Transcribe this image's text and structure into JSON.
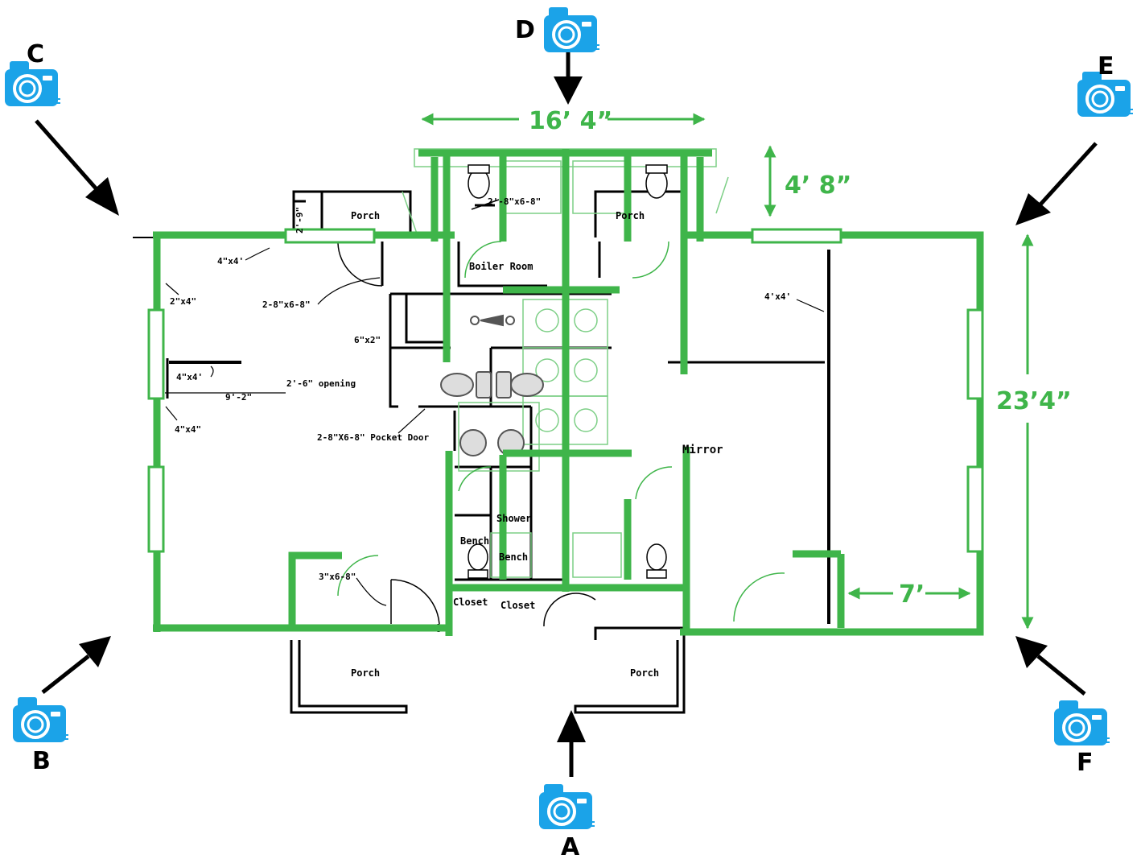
{
  "cameras": {
    "a": "A",
    "b": "B",
    "c": "C",
    "d": "D",
    "e": "E",
    "f": "F"
  },
  "dimensions": {
    "top_width": "16’ 4”",
    "top_depth": "4’ 8”",
    "right_height": "23’4”",
    "right_width": "7’"
  },
  "rooms": {
    "porch_top_left": "Porch",
    "porch_top_right": "Porch",
    "boiler_room": "Boiler Room",
    "mirror": "Mirror",
    "shower": "Shower",
    "bench_left": "Bench",
    "bench_right": "Bench",
    "closet_left": "Closet",
    "closet_right": "Closet",
    "porch_bottom_left": "Porch",
    "porch_bottom_right": "Porch"
  },
  "annotations": {
    "win_top_left": "4\"x4'",
    "win_left_upper": "2\"x4\"",
    "door_left": "2-8\"x6-8\"",
    "opening_6x2": "6\"x2\"",
    "win_mid_left": "4\"x4'",
    "opening": "2'-6\" opening",
    "dim_9_2": "9'-2\"",
    "win_left_lower": "4\"x4\"",
    "pocket_door": "2-8\"X6-8\" Pocket Door",
    "door_3x6": "3\"x6-8\"",
    "win_right": "4'x4'",
    "dim_2_9": "2'-9\"",
    "door_top": "2'-8\"x6-8\""
  },
  "colors": {
    "camera": "#1ba3e8",
    "green": "#3fb54a",
    "plan": "#000000"
  }
}
